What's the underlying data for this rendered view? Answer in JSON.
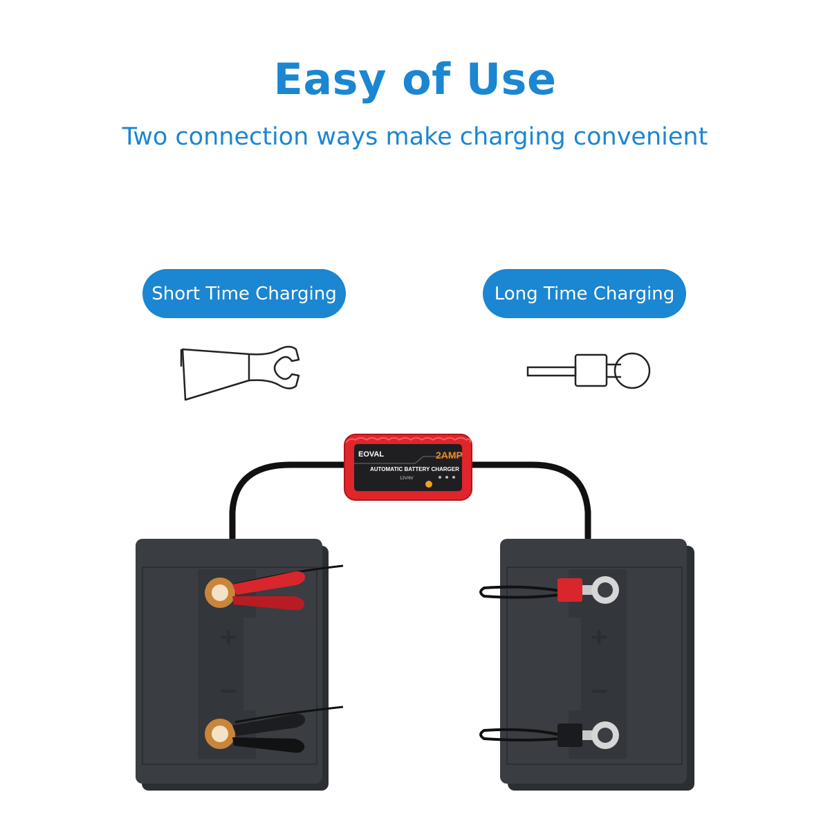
{
  "header": {
    "title": "Easy of Use",
    "subtitle": "Two connection ways make charging convenient"
  },
  "options": [
    {
      "label": "Short Time Charging",
      "icon": "clamp-icon"
    },
    {
      "label": "Long Time Charging",
      "icon": "ring-terminal-icon"
    }
  ],
  "charger": {
    "brand": "EOVAL",
    "rating": "2AMP",
    "label": "AUTOMATIC BATTERY CHARGER",
    "voltage": "12V/6V"
  },
  "colors": {
    "accent": "#1b86d1",
    "battery": "#3a3d42",
    "charger_body": "#e0252b",
    "clamp_red": "#d8262c"
  }
}
